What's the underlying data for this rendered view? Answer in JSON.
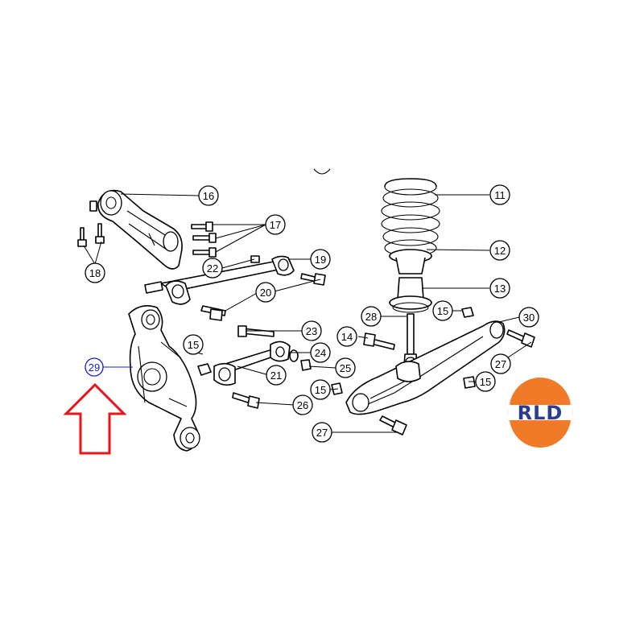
{
  "callouts": {
    "c11": "11",
    "c12": "12",
    "c13": "13",
    "c14": "14",
    "c15a": "15",
    "c15b": "15",
    "c15c": "15",
    "c15d": "15",
    "c16": "16",
    "c17": "17",
    "c18": "18",
    "c19": "19",
    "c20": "20",
    "c21": "21",
    "c22": "22",
    "c23": "23",
    "c24": "24",
    "c25": "25",
    "c26": "26",
    "c27a": "27",
    "c27b": "27",
    "c28": "28",
    "c29": "29",
    "c30": "30"
  },
  "highlight": {
    "part": "29",
    "color": "#1a1acc",
    "arrow_color": "#e8151b"
  },
  "logo": {
    "text": "RLD",
    "ring_color": "#f07a28",
    "text_color": "#2a3d8f"
  }
}
